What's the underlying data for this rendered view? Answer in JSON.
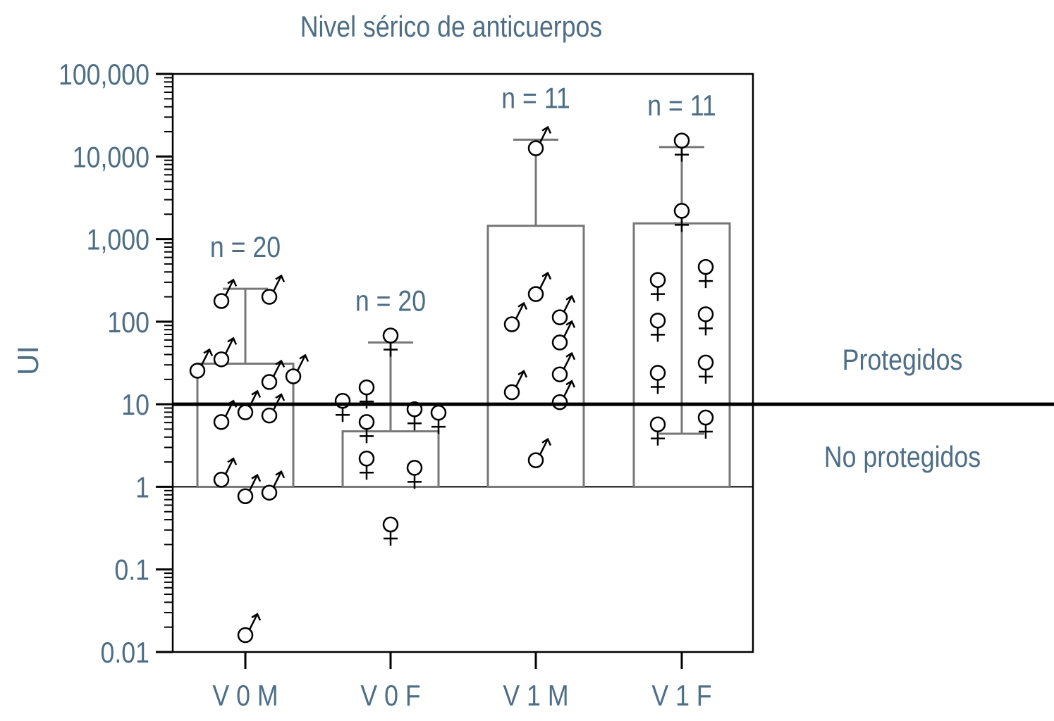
{
  "chart_data": {
    "type": "bar",
    "title": "Nivel sérico de anticuerpos",
    "ylabel": "UI",
    "xlabel": "",
    "yscale": "log",
    "ylim": [
      0.01,
      100000
    ],
    "y_ticks": [
      0.01,
      0.1,
      1,
      10,
      100,
      1000,
      10000,
      100000
    ],
    "y_tick_labels": [
      "0.01",
      "0.1",
      "1",
      "10",
      "100",
      "1,000",
      "10,000",
      "100,000"
    ],
    "bar_baseline": 1,
    "threshold": 10,
    "region_labels": {
      "above": "Protegidos",
      "below": "No protegidos"
    },
    "categories": [
      "V 0 M",
      "V 0 F",
      "V 1 M",
      "V 1 F"
    ],
    "n_labels": [
      "n = 20",
      "n = 20",
      "n = 11",
      "n = 11"
    ],
    "values": [
      31,
      4.7,
      1450,
      1550
    ],
    "error_high": [
      250,
      56,
      16000,
      13000
    ],
    "error_low": [
      null,
      null,
      null,
      4.4
    ],
    "colors": {
      "text": "#4d6e85",
      "bar": "#777777",
      "axis": "#000000"
    },
    "points": [
      {
        "symbol": "male",
        "values": [
          178,
          200,
          35,
          25.5,
          18.6,
          21.8,
          6.1,
          8.0,
          7.3,
          1.22,
          0.77,
          0.85,
          0.016
        ],
        "offsets": [
          -1,
          1,
          -1,
          -2,
          1,
          2,
          -1,
          0,
          1,
          -1,
          0,
          1,
          0
        ]
      },
      {
        "symbol": "female",
        "values": [
          68,
          11,
          16,
          8.7,
          7.9,
          6.1,
          2.2,
          1.7,
          0.35
        ],
        "offsets": [
          0,
          -2,
          -1,
          1,
          2,
          -1,
          -1,
          1,
          0
        ]
      },
      {
        "symbol": "male",
        "values": [
          12600,
          216,
          93,
          113,
          56,
          23,
          14,
          10.6,
          2.1
        ],
        "offsets": [
          0,
          0,
          -1,
          1,
          1,
          1,
          -1,
          1,
          0
        ]
      },
      {
        "symbol": "female",
        "values": [
          15600,
          2200,
          320,
          460,
          103,
          123,
          24,
          32,
          5.7,
          6.9
        ],
        "offsets": [
          0,
          0,
          -1,
          1,
          -1,
          1,
          -1,
          1,
          -1,
          1
        ]
      }
    ]
  }
}
